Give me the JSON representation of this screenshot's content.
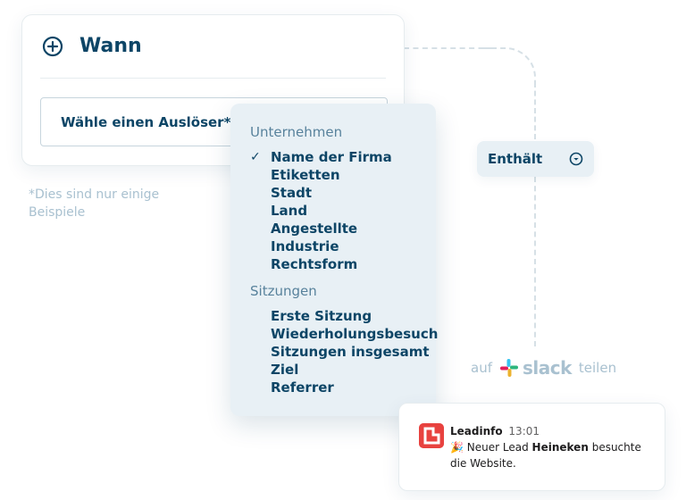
{
  "trigger": {
    "title": "Wann",
    "select_placeholder": "Wähle einen Auslöser*"
  },
  "footnote": "*Dies sind nur einige Beispiele",
  "dropdown": {
    "groups": [
      {
        "label": "Unternehmen",
        "items": [
          "Name der Firma",
          "Etiketten",
          "Stadt",
          "Land",
          "Angestellte",
          "Industrie",
          "Rechtsform"
        ]
      },
      {
        "label": "Sitzungen",
        "items": [
          "Erste Sitzung",
          "Wiederholungsbesuch",
          "Sitzungen insgesamt",
          "Ziel",
          "Referrer"
        ]
      }
    ],
    "selected": "Name der Firma"
  },
  "condition": {
    "label": "Enthält"
  },
  "share": {
    "prefix": "auf",
    "brand": "slack",
    "suffix": "teilen"
  },
  "message": {
    "sender": "Leadinfo",
    "time": "13:01",
    "emoji": "🎉",
    "text_before": "Neuer Lead",
    "company": "Heineken",
    "text_after": "besuchte die Website."
  },
  "colors": {
    "primary": "#0d4566",
    "muted": "#a9c1d0",
    "dropdown_bg": "#e8f0f5",
    "brand_red": "#e8423f"
  }
}
